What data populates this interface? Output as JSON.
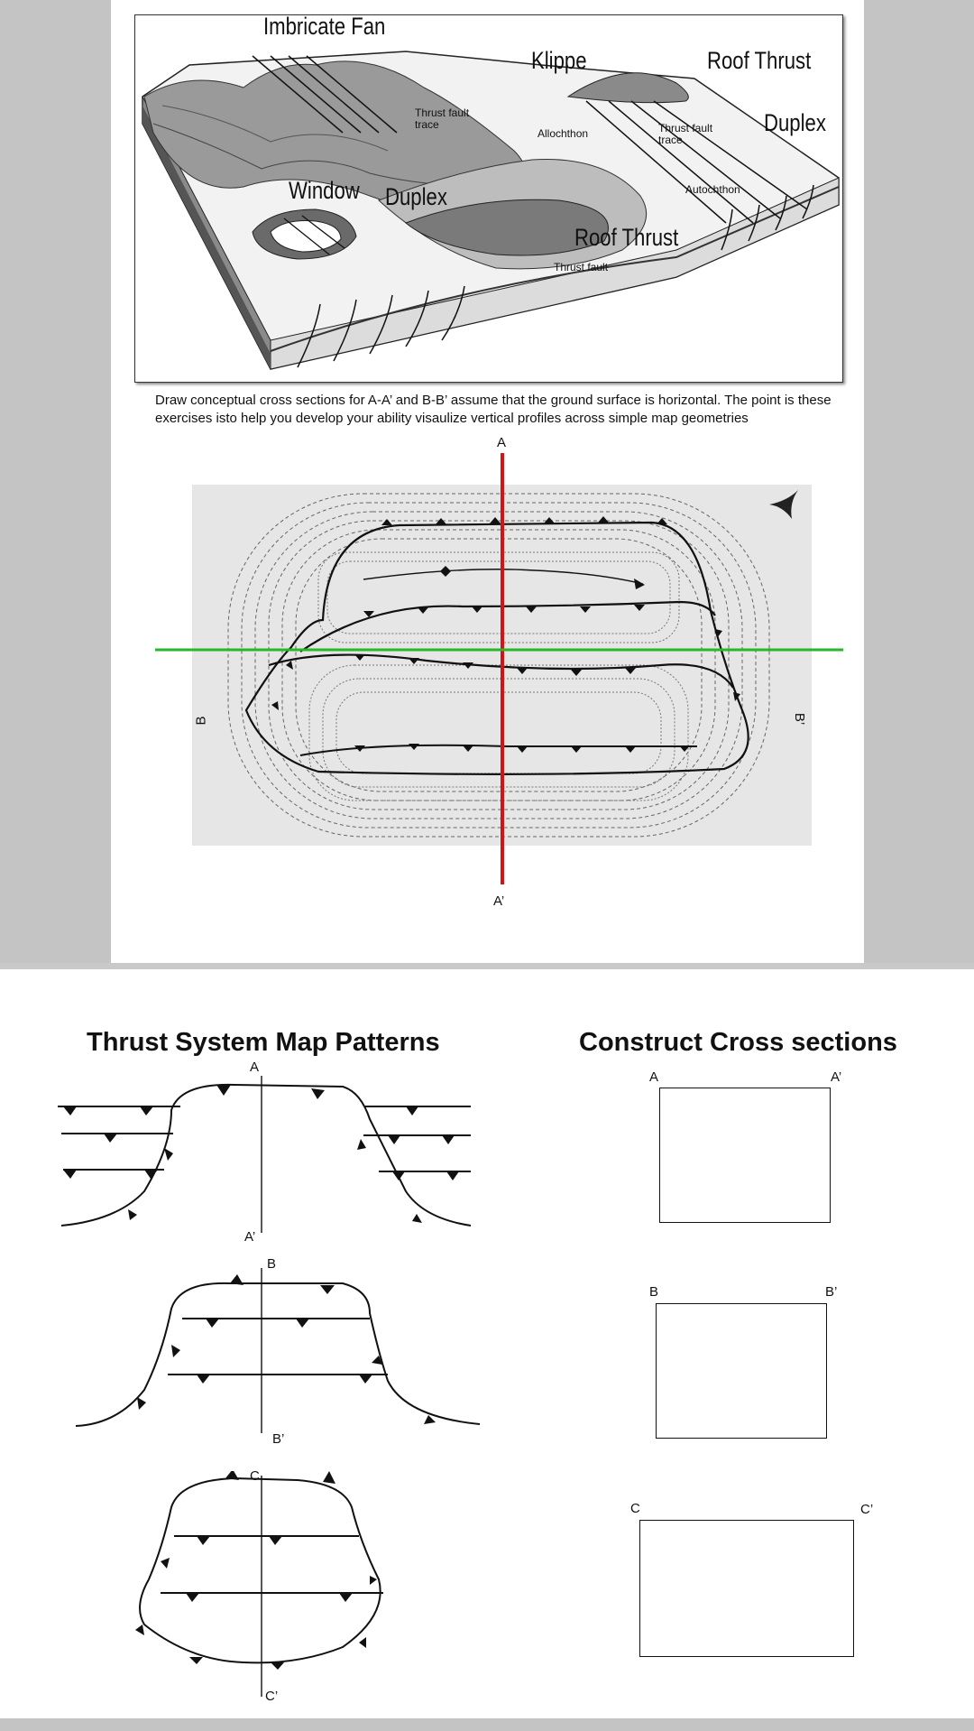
{
  "block_diagram": {
    "labels": {
      "imbricate_fan": "Imbricate Fan",
      "klippe": "Klippe",
      "roof_thrust_top": "Roof Thrust",
      "duplex_right": "Duplex",
      "thrust_fault_trace_left": "Thrust fault trace",
      "allochthon": "Allochthon",
      "thrust_fault_trace_right": "Thrust fault trace",
      "autochthon": "Autochthon",
      "window": "Window",
      "duplex_center": "Duplex",
      "roof_thrust_bottom": "Roof Thrust",
      "thrust_fault": "Thrust fault"
    }
  },
  "instructions": "Draw conceptual cross sections for A-A’ and B-B’ assume that the ground surface is horizontal.  The point is these exercises isto help you develop your ability visaulize vertical profiles across simple map geometries",
  "map": {
    "label_a": "A",
    "label_a_prime": "A’",
    "label_b": "B",
    "label_b_prime": "B’",
    "line_colors": {
      "a_line": "#d41414",
      "b_line": "#2ab52a"
    }
  },
  "page2": {
    "left_title": "Thrust System Map Patterns",
    "right_title": "Construct Cross sections",
    "pattern_labels": {
      "a": "A",
      "a_prime": "A’",
      "b": "B",
      "b_prime": "B’",
      "c": "C",
      "c_prime": "C’"
    },
    "section_boxes": [
      {
        "start": "A",
        "end": "A’"
      },
      {
        "start": "B",
        "end": "B’"
      },
      {
        "start": "C",
        "end": "C’"
      }
    ]
  }
}
